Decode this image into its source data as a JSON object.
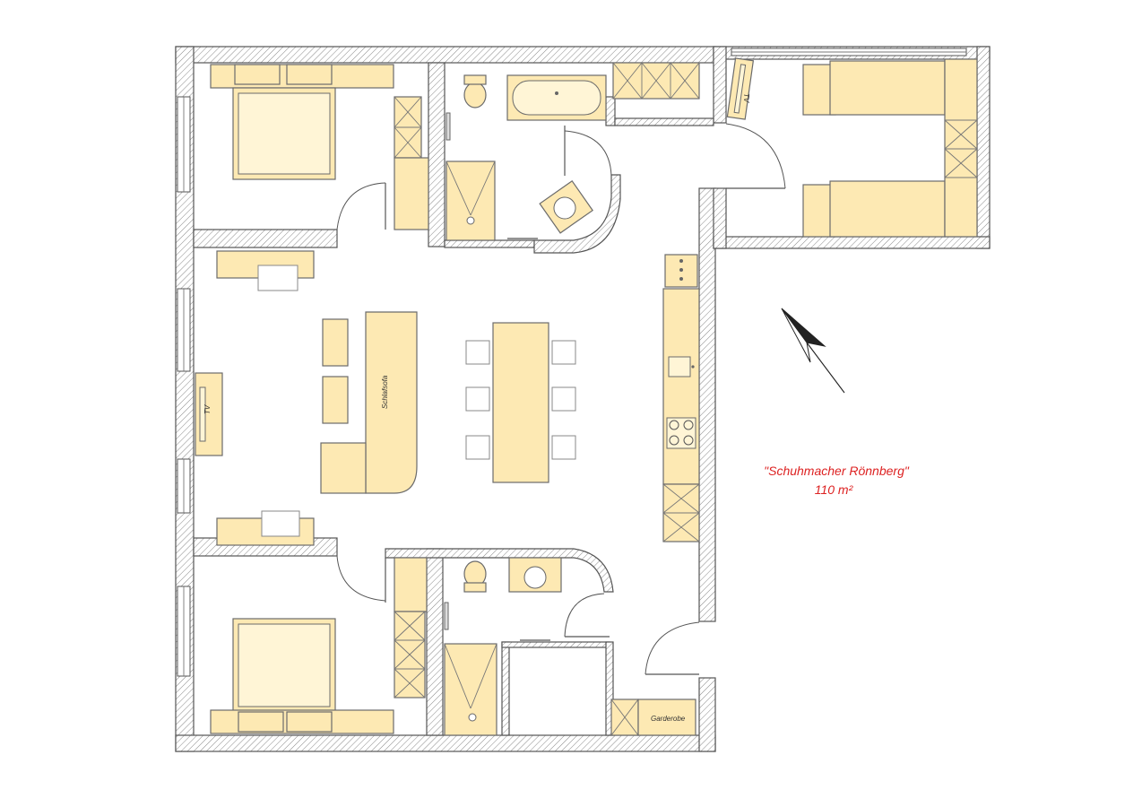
{
  "plan": {
    "title": "\"Schuhmacher Rönnberg\"",
    "area": "110 m²",
    "labels": {
      "sofa": "Schlafsofa",
      "tv_living": "TV",
      "tv_bedroom": "TV",
      "wardrobe": "Garderobe"
    }
  },
  "colors": {
    "furniture": "#fde9b3",
    "title": "#d22222",
    "walls": "#555555"
  },
  "icons": {
    "north_arrow": "north-arrow-icon"
  }
}
